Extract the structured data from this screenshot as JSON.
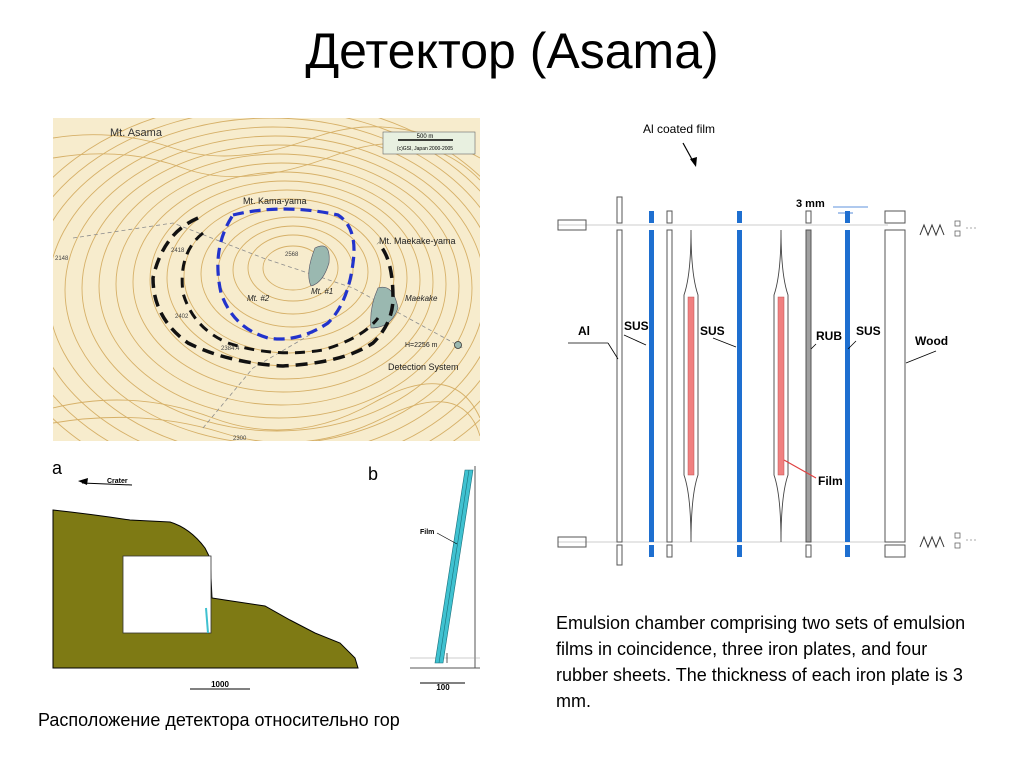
{
  "title": "Детектор (Asama)",
  "map": {
    "label_mt_asama": "Mt. Asama",
    "scale_label": "500 m",
    "copyright": "(c)GSI, Japan 2000-2005",
    "label_kama_yama": "Mt. Kama-yama",
    "label_maekake_yama": "Mt. Maekake-yama",
    "label_mt2": "Mt. #2",
    "label_mt1": "Mt. #1",
    "label_maekake": "Maekake",
    "label_height": "H=2256 m",
    "label_detection": "Detection System",
    "spot_2568": "2568",
    "spot_2418": "2418",
    "spot_2402": "2402",
    "spot_2384": "2384.4",
    "spot_2300": "2300",
    "spot_2148": "2148",
    "colors": {
      "contour": "#d6b068",
      "paper": "#f7eccd",
      "inner_crater": "#2233cc",
      "outer_crater": "#111111",
      "lake": "#9ab8b0"
    }
  },
  "profile_a": {
    "letter": "a",
    "crater_label": "Crater",
    "scale_label": "1000",
    "colors": {
      "ground": "#7e7a14"
    }
  },
  "profile_b": {
    "letter": "b",
    "film_label": "Film",
    "scale_label": "100",
    "colors": {
      "film": "#3fc1d0"
    }
  },
  "chamber": {
    "label_al_coated_film": "Al coated film",
    "label_3mm": "3 mm",
    "label_al": "Al",
    "label_sus1": "SUS",
    "label_sus2": "SUS",
    "label_rub": "RUB",
    "label_sus3": "SUS",
    "label_wood": "Wood",
    "label_film": "Film",
    "colors": {
      "sus": "#1e6fd0",
      "rub": "#a0a0a0",
      "film": "#f08080",
      "frame": "#555555"
    }
  },
  "caption_left": "Расположение детектора относительно гор",
  "caption_right": "Emulsion chamber comprising two sets of emulsion films in coincidence, three iron plates, and four rubber sheets. The thickness of each iron plate is 3 mm."
}
